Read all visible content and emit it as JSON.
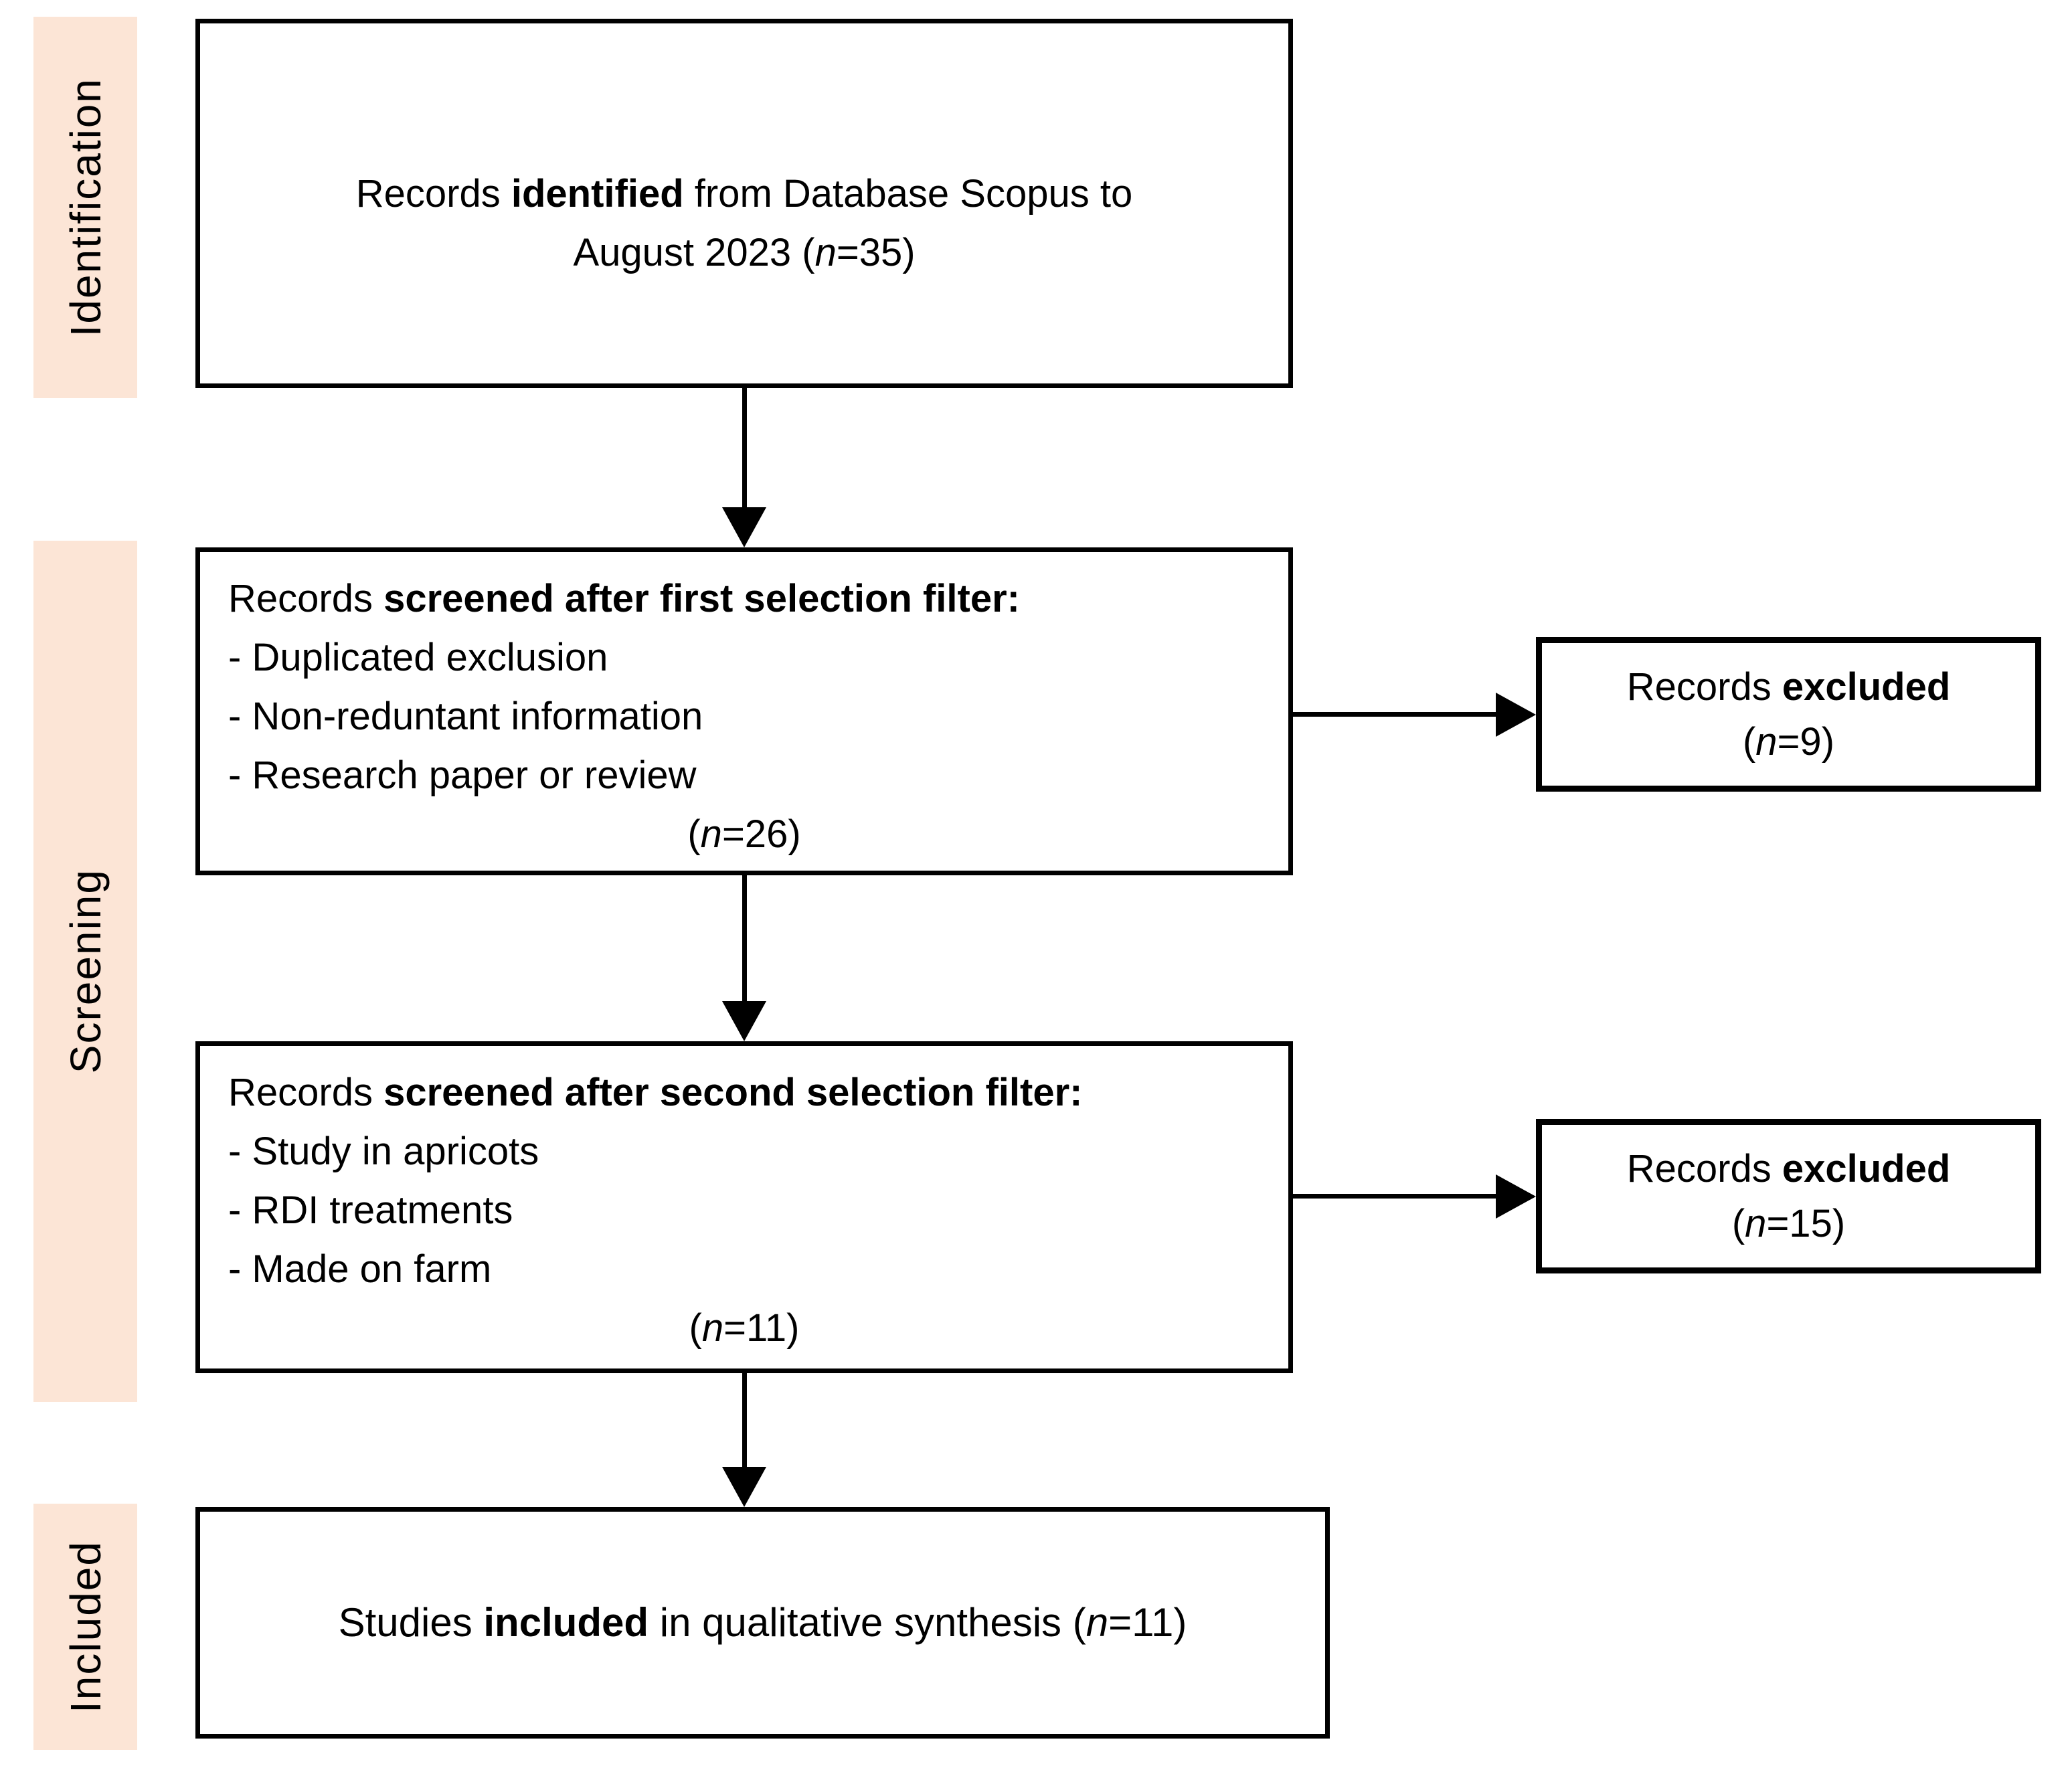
{
  "figure": {
    "type": "prisma-flow-diagram",
    "accent_color": "#FCE5D6",
    "line_color": "#000000"
  },
  "sidebar": {
    "stages": [
      {
        "label": "Identification"
      },
      {
        "label": "Screening"
      },
      {
        "label": "Included"
      }
    ]
  },
  "boxes": {
    "identified": {
      "line1_pre": "Records ",
      "line1_bold": "identified",
      "line1_post": " from Database Scopus to",
      "line2_pre": "August 2023 (",
      "line2_n": "n",
      "line2_post": "=35)"
    },
    "screen1": {
      "title_pre": "Records ",
      "title_bold": "screened after first selection filter:",
      "items": [
        "- Duplicated exclusion",
        "- Non-reduntant information",
        "- Research paper or review"
      ],
      "count_pre": "(",
      "count_n": "n",
      "count_post": "=26)"
    },
    "excluded1": {
      "line1_pre": "Records ",
      "line1_bold": "excluded",
      "count_pre": "(",
      "count_n": "n",
      "count_post": "=9)"
    },
    "screen2": {
      "title_pre": "Records ",
      "title_bold": "screened after second selection filter:",
      "items": [
        "- Study in apricots",
        "- RDI treatments",
        "- Made on farm"
      ],
      "count_pre": "(",
      "count_n": "n",
      "count_post": "=11)"
    },
    "excluded2": {
      "line1_pre": "Records ",
      "line1_bold": "excluded",
      "count_pre": "(",
      "count_n": "n",
      "count_post": "=15)"
    },
    "included": {
      "pre": "Studies ",
      "bold": "included",
      "mid": " in qualitative synthesis (",
      "n": "n",
      "post": "=11)"
    }
  }
}
